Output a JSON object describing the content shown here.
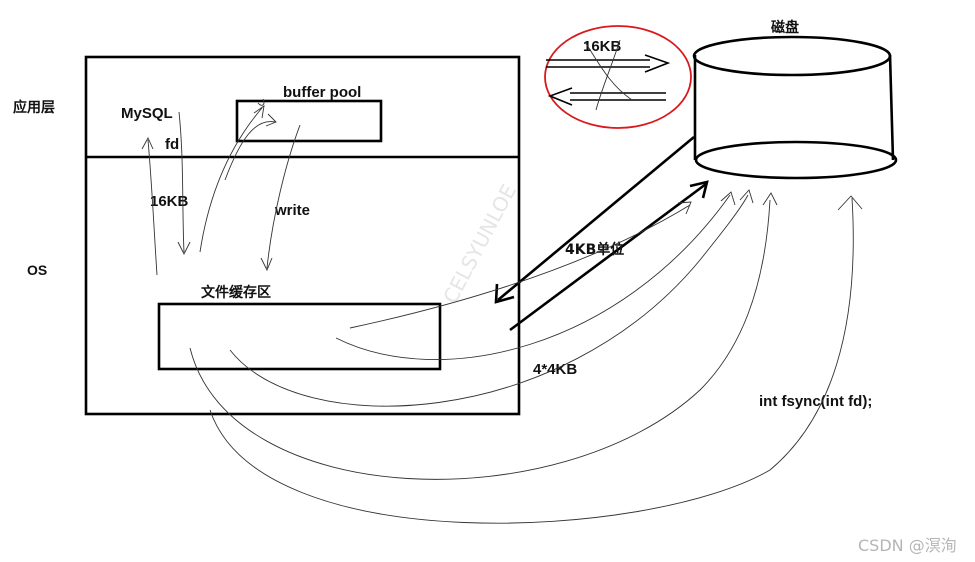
{
  "labels": {
    "app_layer": "应用层",
    "os_layer": "OS",
    "mysql": "MySQL",
    "buffer_pool": "buffer pool",
    "fd": "fd",
    "size_16kb": "16KB",
    "write": "write",
    "file_cache": "文件缓存区",
    "disk": "磁盘",
    "page_16kb": "16KB",
    "unit_4kb": "4KB单位",
    "four_times_4kb": "4*4KB",
    "fsync_signature": "int fsync(int fd);"
  },
  "watermark": "CSDN @溟洵",
  "colors": {
    "line": "#000000",
    "highlight_circle": "#d9191c",
    "watermark": "#b5b5b5"
  }
}
